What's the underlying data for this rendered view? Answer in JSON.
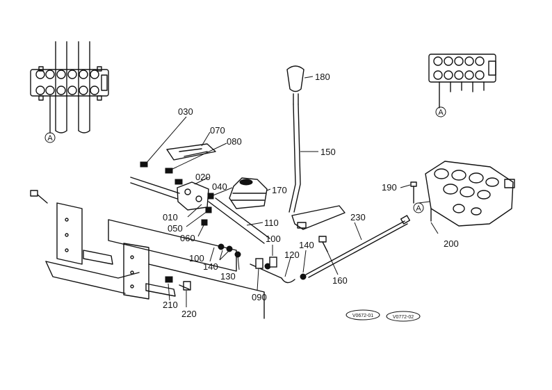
{
  "parts": [
    {
      "id": "p010",
      "label": "010"
    },
    {
      "id": "p020",
      "label": "020"
    },
    {
      "id": "p030",
      "label": "030"
    },
    {
      "id": "p040",
      "label": "040"
    },
    {
      "id": "p050",
      "label": "050"
    },
    {
      "id": "p060",
      "label": "060"
    },
    {
      "id": "p070",
      "label": "070"
    },
    {
      "id": "p080",
      "label": "080"
    },
    {
      "id": "p090",
      "label": "090"
    },
    {
      "id": "p100a",
      "label": "100"
    },
    {
      "id": "p100b",
      "label": "100"
    },
    {
      "id": "p110",
      "label": "110"
    },
    {
      "id": "p120",
      "label": "120"
    },
    {
      "id": "p130",
      "label": "130"
    },
    {
      "id": "p140a",
      "label": "140"
    },
    {
      "id": "p140b",
      "label": "140"
    },
    {
      "id": "p150",
      "label": "150"
    },
    {
      "id": "p160",
      "label": "160"
    },
    {
      "id": "p170",
      "label": "170"
    },
    {
      "id": "p180",
      "label": "180"
    },
    {
      "id": "p190",
      "label": "190"
    },
    {
      "id": "p200",
      "label": "200"
    },
    {
      "id": "p210",
      "label": "210"
    },
    {
      "id": "p220",
      "label": "220"
    },
    {
      "id": "p230",
      "label": "230"
    }
  ],
  "reference_marks": {
    "a1": "A",
    "a2": "A",
    "a3": "A"
  },
  "drawing_codes": {
    "code1": "V0672-01",
    "code2": "V0772-02"
  }
}
